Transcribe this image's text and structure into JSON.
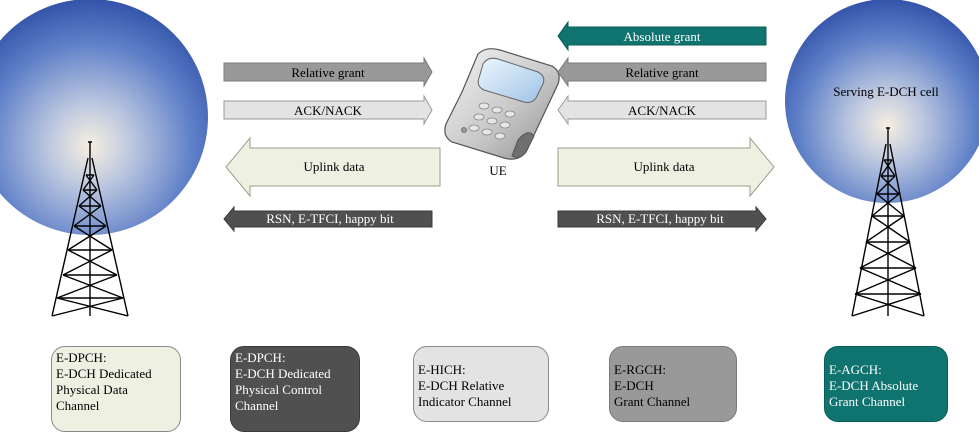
{
  "diagram": {
    "cell_label": "Serving E-DCH cell",
    "ue_label": "UE",
    "arrows_left": [
      {
        "id": "relative-grant",
        "label": "Relative grant",
        "color": "#999999",
        "text": "#000000"
      },
      {
        "id": "ack-nack",
        "label": "ACK/NACK",
        "color": "#e3e3e3",
        "text": "#000000"
      },
      {
        "id": "uplink-data",
        "label": "Uplink data",
        "color": "#eef0e2",
        "text": "#000000"
      },
      {
        "id": "rsn",
        "label": "RSN, E-TFCI, happy bit",
        "color": "#505050",
        "text": "#ffffff"
      }
    ],
    "arrows_right": [
      {
        "id": "absolute-grant",
        "label": "Absolute grant",
        "color": "#0f7470",
        "text": "#ffffff"
      },
      {
        "id": "relative-grant",
        "label": "Relative grant",
        "color": "#999999",
        "text": "#000000"
      },
      {
        "id": "ack-nack",
        "label": "ACK/NACK",
        "color": "#e3e3e3",
        "text": "#000000"
      },
      {
        "id": "uplink-data",
        "label": "Uplink data",
        "color": "#eef0e2",
        "text": "#000000"
      },
      {
        "id": "rsn",
        "label": "RSN, E-TFCI, happy bit",
        "color": "#505050",
        "text": "#ffffff"
      }
    ]
  },
  "legend": [
    {
      "id": "e-dpdch",
      "color": "#eef0e2",
      "text_color": "#000000",
      "lines": [
        "E-DPCH:",
        "E-DCH Dedicated",
        "Physical Data",
        "Channel"
      ]
    },
    {
      "id": "e-dpcch",
      "color": "#505050",
      "text_color": "#ffffff",
      "lines": [
        "E-DPCH:",
        "E-DCH Dedicated",
        "Physical Control",
        "Channel"
      ]
    },
    {
      "id": "e-hich",
      "color": "#e3e3e3",
      "text_color": "#000000",
      "lines": [
        "E-HICH:",
        "E-DCH Relative",
        "Indicator Channel"
      ]
    },
    {
      "id": "e-rgch",
      "color": "#999999",
      "text_color": "#000000",
      "lines": [
        "E-RGCH:",
        "E-DCH",
        "Grant Channel"
      ]
    },
    {
      "id": "e-agch",
      "color": "#0f7470",
      "text_color": "#ffffff",
      "lines": [
        "E-AGCH:",
        "E-DCH Absolute",
        "Grant Channel"
      ]
    }
  ]
}
